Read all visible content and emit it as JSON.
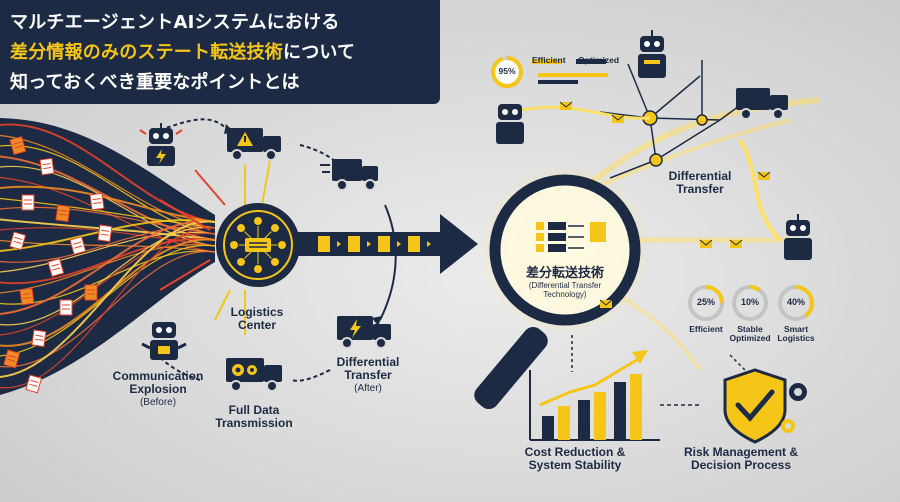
{
  "title": {
    "line1": "マルチエージェントAIシステムにおける",
    "line2_highlight": "差分情報のみのステート転送技術",
    "line2_rest": "について",
    "line3": "知っておくべき重要なポイントとは"
  },
  "left": {
    "explosion_label": "Communication Explosion",
    "explosion_sub": "(Before)",
    "center_label": "Logistics Center",
    "full_label": "Full Data Transmission",
    "diff_label": "Differential Transfer",
    "diff_sub": "(After)"
  },
  "lens": {
    "title": "差分転送技術",
    "subtitle": "(Differential Transfer Technology)"
  },
  "top_right": {
    "gauge_value": "95%",
    "legend_efficient": "Efficient",
    "legend_optimized": "Optimized",
    "network_label": "Differential Transfer"
  },
  "metrics": [
    {
      "value": "25%",
      "label": "Efficient",
      "fill": 0.25
    },
    {
      "value": "10%",
      "label": "Stable Optimized",
      "fill": 0.1
    },
    {
      "value": "40%",
      "label": "Smart Logistics",
      "fill": 0.4
    }
  ],
  "bottom": {
    "cost_label": "Cost Reduction & System Stability",
    "risk_label": "Risk Management & Decision Process"
  },
  "colors": {
    "navy": "#1c2a44",
    "accent": "#f5c518",
    "red": "#e2432a",
    "orange": "#f08a24"
  }
}
